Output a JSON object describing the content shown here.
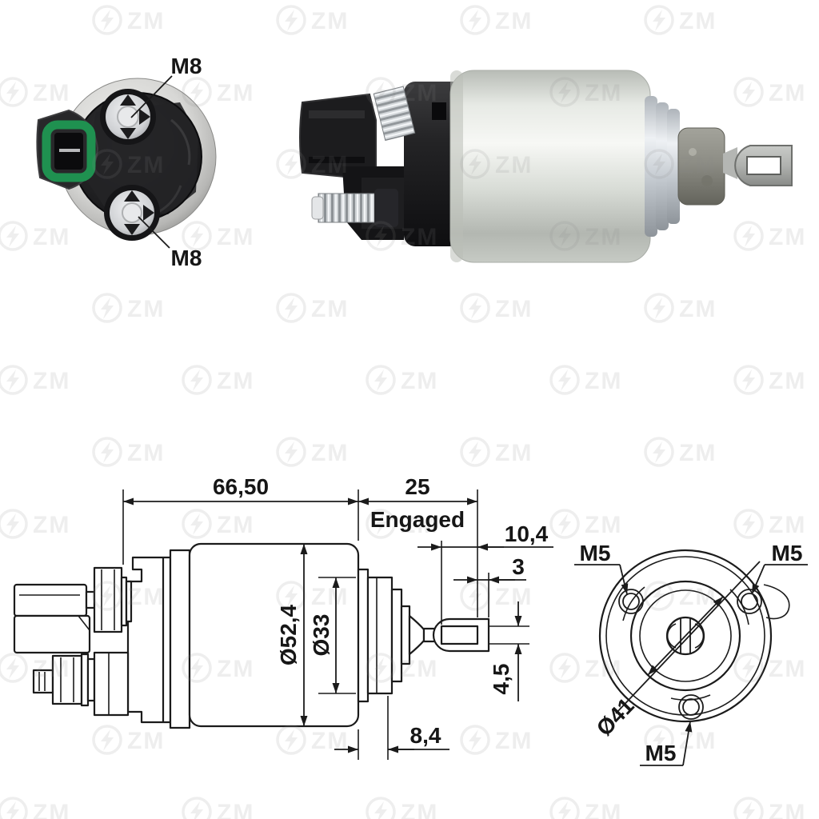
{
  "brand": {
    "watermark_text": "ZM"
  },
  "views": {
    "rear_photo": {
      "name": "rear terminal view photo",
      "labels": {
        "terminal_top": "M8",
        "terminal_bottom": "M8"
      }
    },
    "side_photo": {
      "name": "side product photo"
    },
    "side_drawing": {
      "name": "side dimensional drawing",
      "dims": {
        "overall_length": "66,50",
        "plunger_travel": "25",
        "travel_state": "Engaged",
        "fork_hole_length": "10,4",
        "fork_tip_width": "3",
        "body_diameter": "Ø52,4",
        "front_diameter": "Ø33",
        "fork_hole_height": "4,5",
        "front_step_length": "8,4"
      }
    },
    "front_drawing": {
      "name": "front mounting face drawing",
      "labels": {
        "hole_top_left": "M5",
        "hole_top_right": "M5",
        "hole_bottom": "M5",
        "pilot_diameter": "Ø41"
      }
    }
  },
  "colors": {
    "background": "#ffffff",
    "line": "#1b1b1b",
    "connector_green": "#1f9150",
    "housing_black": "#1d1d1f",
    "metal_light": "#e9ece8",
    "metal_mid": "#c9cdc7",
    "cast_gray": "#8d8d85",
    "watermark_gray": "#8a8a8a"
  }
}
